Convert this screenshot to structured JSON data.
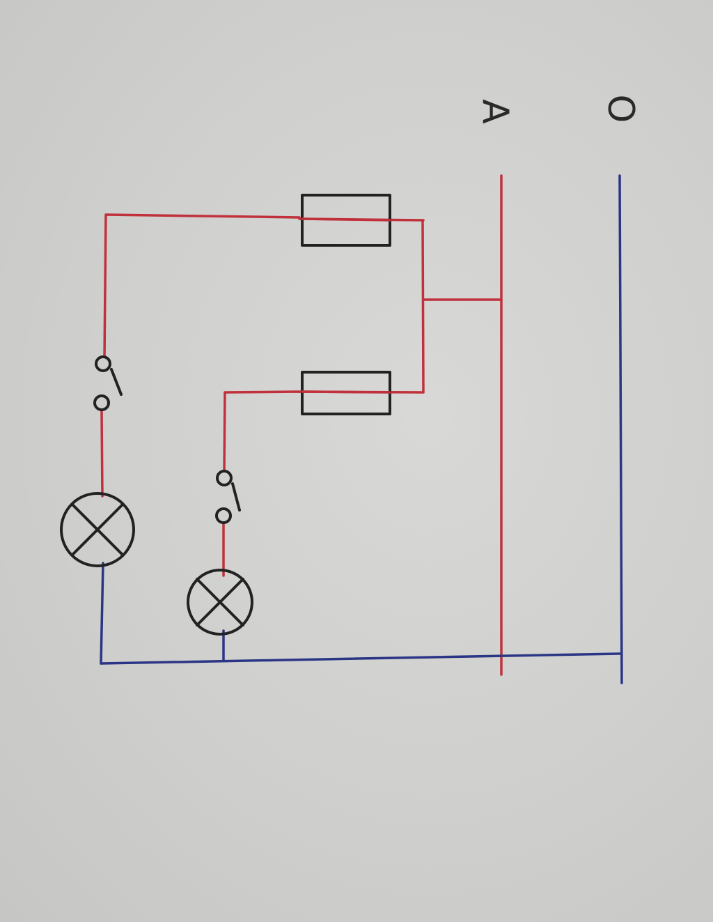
{
  "diagram": {
    "type": "circuit",
    "lines": {
      "live": {
        "label": "A"
      },
      "neutral": {
        "label": "O"
      }
    },
    "branches": [
      {
        "fuse": "fuse-1",
        "switch": "switch-1",
        "lamp": "lamp-1"
      },
      {
        "fuse": "fuse-2",
        "switch": "switch-2",
        "lamp": "lamp-2"
      }
    ],
    "colors": {
      "live_wire": "#c0313c",
      "neutral_wire": "#2b3585",
      "ink": "#222222",
      "paper": "#d4d4d2"
    },
    "icons": {
      "fuse": "rectangle-fuse-icon",
      "switch": "open-switch-icon",
      "lamp": "crossed-circle-lamp-icon"
    }
  }
}
